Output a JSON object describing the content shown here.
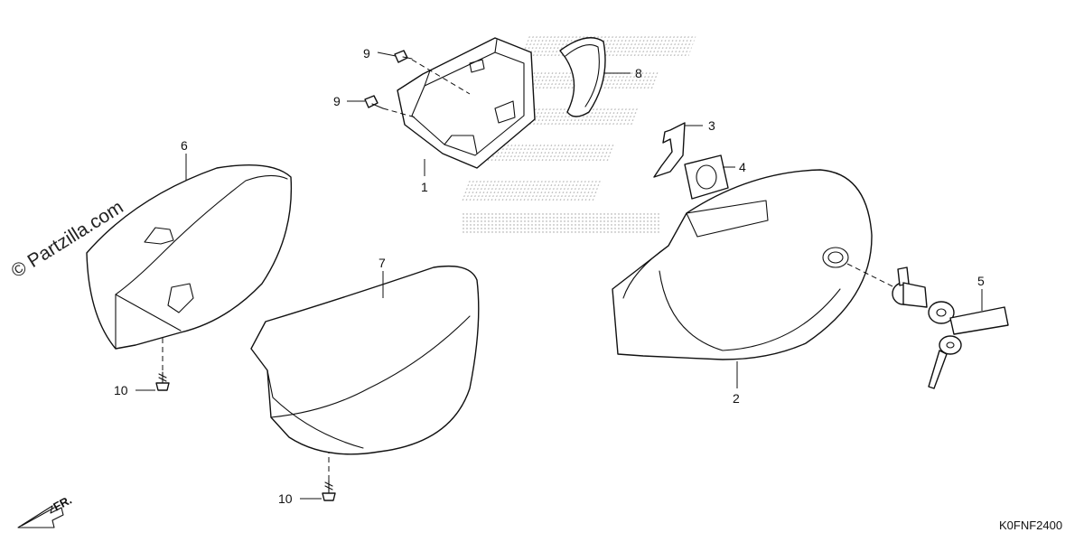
{
  "watermark": "© Partzilla.com",
  "diagram_code": "K0FNF2400",
  "front_indicator": "FR.",
  "callouts": {
    "c1": "1",
    "c2": "2",
    "c3": "3",
    "c4": "4",
    "c5": "5",
    "c6": "6",
    "c7": "7",
    "c8": "8",
    "c9a": "9",
    "c9b": "9",
    "c10a": "10",
    "c10b": "10"
  }
}
